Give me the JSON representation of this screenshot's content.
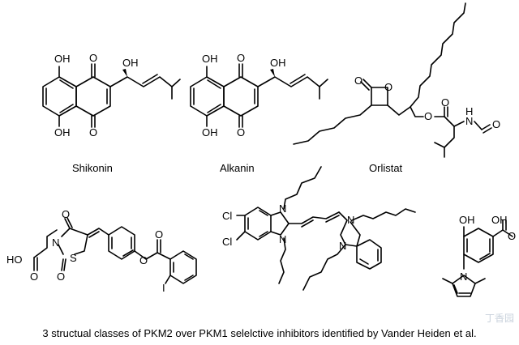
{
  "compounds": {
    "shikonin": "Shikonin",
    "alkanin": "Alkanin",
    "orlistat": "Orlistat"
  },
  "atoms": {
    "oh": "OH",
    "o": "O",
    "s": "S",
    "n": "N",
    "h": "H",
    "ho": "HO",
    "cl": "Cl",
    "i": "I"
  },
  "caption": "3 structual classes of PKM2 over PKM1 selelctive inhibitors identified by Vander Heiden et al.",
  "watermark": "丁香园"
}
